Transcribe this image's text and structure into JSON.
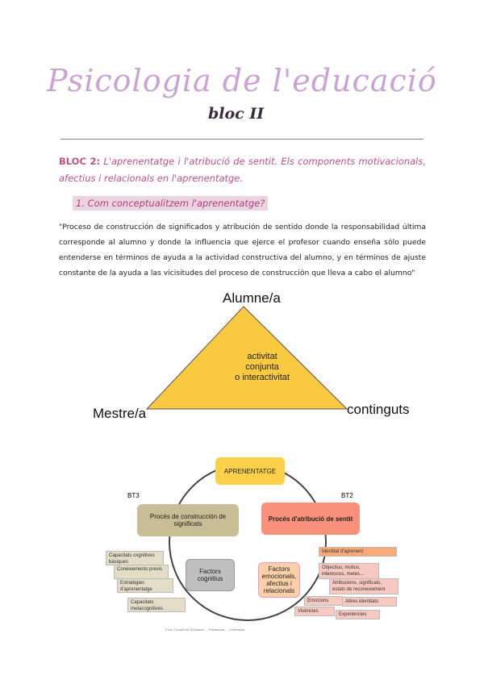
{
  "header": {
    "title": "Psicologia de l'educació",
    "subtitle": "bloc II"
  },
  "section": {
    "bloc_label": "BLOC 2:",
    "bloc_text": " L'aprenentatge i l'atribució de sentit. Els components motivacionals, afectius i relacionals en l'aprenentatge.",
    "subheading": "1.   Com conceptualitzem l'aprenentatge?",
    "quote": "\"Proceso de construcción de significados y atribución de sentido donde la responsabilidad última corresponde al alumno y donde la influencia que ejerce el profesor cuando enseña sólo puede entenderse en términos de ayuda a la actividad constructiva del alumno, y en términos de ajuste constante de la ayuda a las vicisitudes del proceso de construcción que lleva a cabo el alumno\""
  },
  "triangle": {
    "top": "Alumne/a",
    "left": "Mestre/a",
    "right": "continguts",
    "center": [
      "activitat",
      "conjunta",
      "o interactivitat"
    ],
    "fill": "#f9c940"
  },
  "cycle": {
    "top": "APRENENTATGE",
    "bt3": "BT3",
    "bt2": "BT2",
    "left_box": "Procés de construcción de significats",
    "right_box": "Procés d'atribució de sentit",
    "cognitive": "Factors cognitius",
    "emotional": "Factors emocionals, afectius i relacionals",
    "cognitive_items": [
      "Capacitats cognitives bàsiques",
      "Coneixements previs",
      "Estratègies d'aprenentatge",
      "Capacitats metacognitives"
    ],
    "emotional_items": [
      "Identitat d'aprenent",
      "Objectius, motius, interessos, metes...",
      "Atribucions, significats, estats de reconeixement",
      "Emocions",
      "Altres identitats",
      "Vivències",
      "Experiències"
    ],
    "caption": "Font: Consell de l'Educació ... Professora ... Universitat"
  }
}
